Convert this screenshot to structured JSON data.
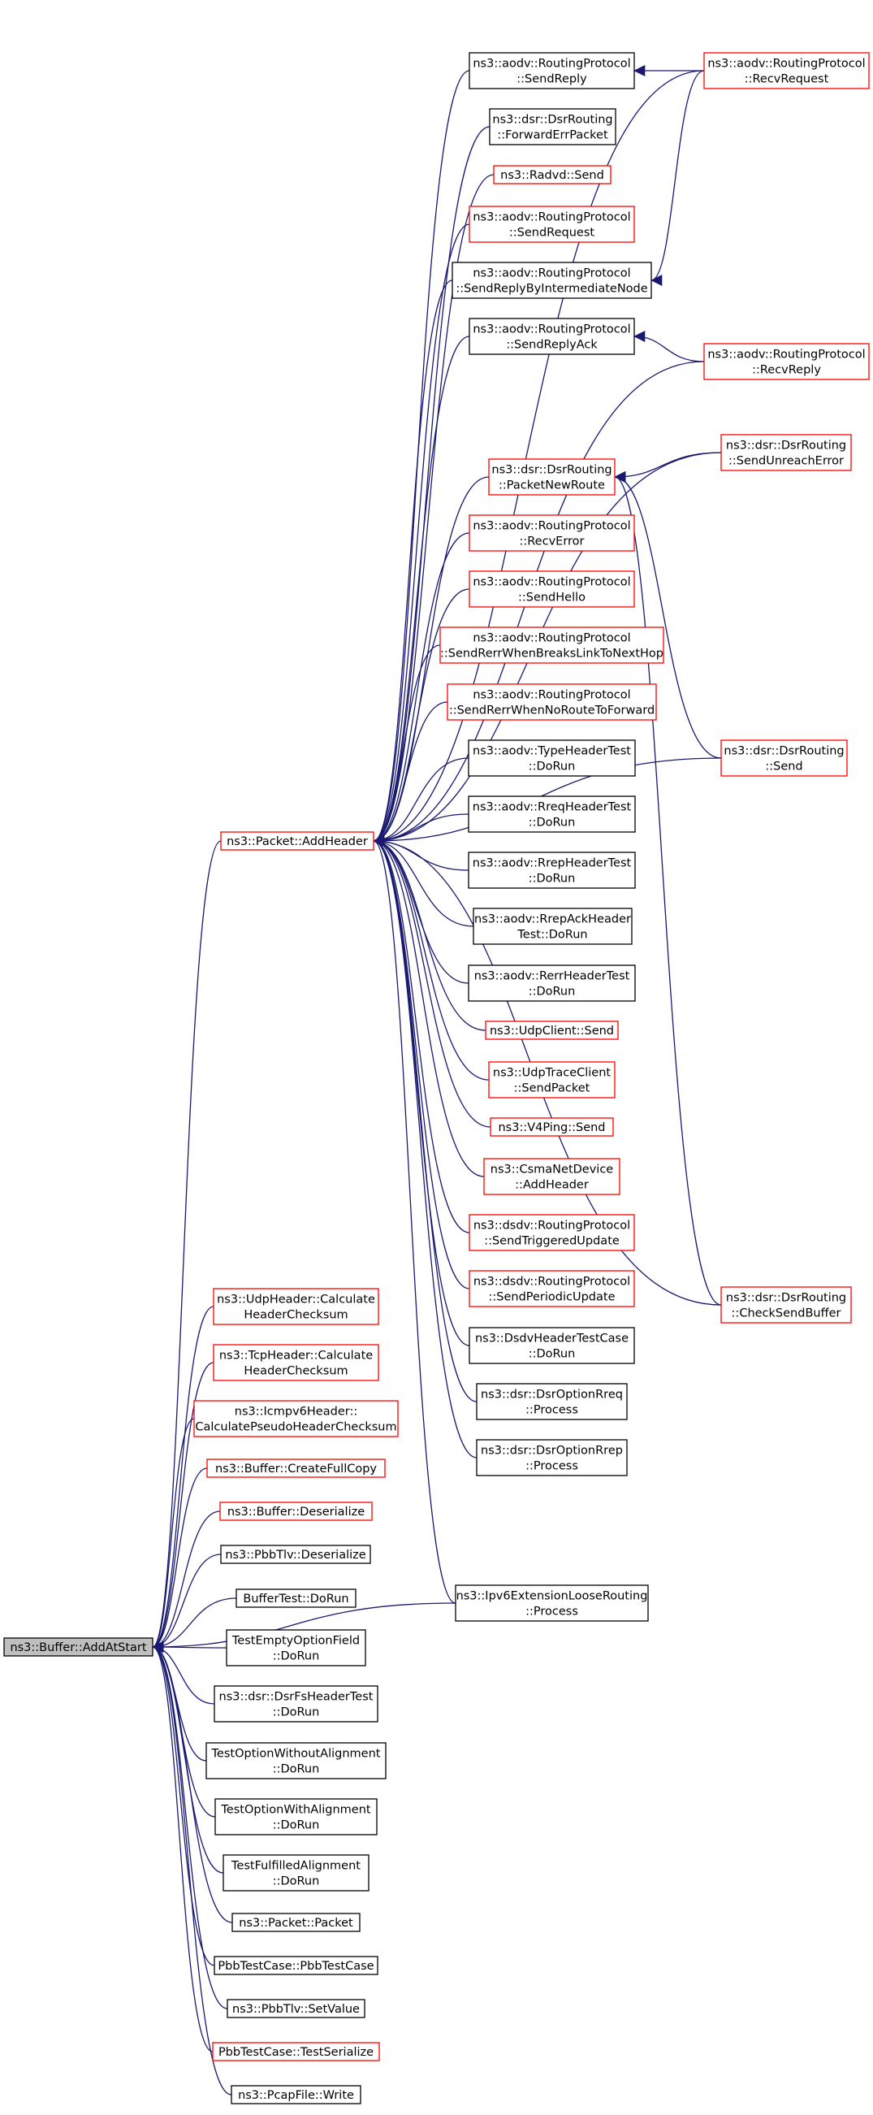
{
  "colors": {
    "edge": "#191970",
    "border_default": "#000000",
    "border_undocumented": "#ff0000",
    "root_fill": "#bfbfbf",
    "node_fill": "#ffffff"
  },
  "nodes": [
    {
      "id": "root",
      "lines": [
        "ns3::Buffer::AddAtStart"
      ],
      "style": "root"
    },
    {
      "id": "addheader",
      "lines": [
        "ns3::Packet::AddHeader"
      ],
      "style": "red"
    },
    {
      "id": "aodv_sendreply",
      "lines": [
        "ns3::aodv::RoutingProtocol",
        "::SendReply"
      ],
      "style": "black"
    },
    {
      "id": "aodv_recvrequest",
      "lines": [
        "ns3::aodv::RoutingProtocol",
        "::RecvRequest"
      ],
      "style": "red"
    },
    {
      "id": "dsr_fwderr",
      "lines": [
        "ns3::dsr::DsrRouting",
        "::ForwardErrPacket"
      ],
      "style": "black"
    },
    {
      "id": "radvd_send",
      "lines": [
        "ns3::Radvd::Send"
      ],
      "style": "red"
    },
    {
      "id": "aodv_sendrequest",
      "lines": [
        "ns3::aodv::RoutingProtocol",
        "::SendRequest"
      ],
      "style": "red"
    },
    {
      "id": "aodv_sendreplyintermediate",
      "lines": [
        "ns3::aodv::RoutingProtocol",
        "::SendReplyByIntermediateNode"
      ],
      "style": "black"
    },
    {
      "id": "aodv_sendreplyack",
      "lines": [
        "ns3::aodv::RoutingProtocol",
        "::SendReplyAck"
      ],
      "style": "black"
    },
    {
      "id": "aodv_recvreply",
      "lines": [
        "ns3::aodv::RoutingProtocol",
        "::RecvReply"
      ],
      "style": "red"
    },
    {
      "id": "dsr_packetnewroute",
      "lines": [
        "ns3::dsr::DsrRouting",
        "::PacketNewRoute"
      ],
      "style": "red"
    },
    {
      "id": "dsr_sendunreacherror",
      "lines": [
        "ns3::dsr::DsrRouting",
        "::SendUnreachError"
      ],
      "style": "red"
    },
    {
      "id": "aodv_recverror",
      "lines": [
        "ns3::aodv::RoutingProtocol",
        "::RecvError"
      ],
      "style": "red"
    },
    {
      "id": "aodv_sendhello",
      "lines": [
        "ns3::aodv::RoutingProtocol",
        "::SendHello"
      ],
      "style": "red"
    },
    {
      "id": "aodv_sendrerrbreaks",
      "lines": [
        "ns3::aodv::RoutingProtocol",
        "::SendRerrWhenBreaksLinkToNextHop"
      ],
      "style": "red"
    },
    {
      "id": "aodv_sendrerrnoroute",
      "lines": [
        "ns3::aodv::RoutingProtocol",
        "::SendRerrWhenNoRouteToForward"
      ],
      "style": "red"
    },
    {
      "id": "aodv_typeheadertest",
      "lines": [
        "ns3::aodv::TypeHeaderTest",
        "::DoRun"
      ],
      "style": "black"
    },
    {
      "id": "dsr_send",
      "lines": [
        "ns3::dsr::DsrRouting",
        "::Send"
      ],
      "style": "red"
    },
    {
      "id": "aodv_rreqheadertest",
      "lines": [
        "ns3::aodv::RreqHeaderTest",
        "::DoRun"
      ],
      "style": "black"
    },
    {
      "id": "aodv_rrepheadertest",
      "lines": [
        "ns3::aodv::RrepHeaderTest",
        "::DoRun"
      ],
      "style": "black"
    },
    {
      "id": "aodv_rrepackheadertest",
      "lines": [
        "ns3::aodv::RrepAckHeader",
        "Test::DoRun"
      ],
      "style": "black"
    },
    {
      "id": "aodv_rerrheadertest",
      "lines": [
        "ns3::aodv::RerrHeaderTest",
        "::DoRun"
      ],
      "style": "black"
    },
    {
      "id": "udpclient_send",
      "lines": [
        "ns3::UdpClient::Send"
      ],
      "style": "red"
    },
    {
      "id": "udptraceclient_sendpacket",
      "lines": [
        "ns3::UdpTraceClient",
        "::SendPacket"
      ],
      "style": "red"
    },
    {
      "id": "v4ping_send",
      "lines": [
        "ns3::V4Ping::Send"
      ],
      "style": "red"
    },
    {
      "id": "csma_addheader",
      "lines": [
        "ns3::CsmaNetDevice",
        "::AddHeader"
      ],
      "style": "red"
    },
    {
      "id": "dsdv_sendtriggered",
      "lines": [
        "ns3::dsdv::RoutingProtocol",
        "::SendTriggeredUpdate"
      ],
      "style": "red"
    },
    {
      "id": "dsdv_sendperiodic",
      "lines": [
        "ns3::dsdv::RoutingProtocol",
        "::SendPeriodicUpdate"
      ],
      "style": "red"
    },
    {
      "id": "dsr_checksendbuffer",
      "lines": [
        "ns3::dsr::DsrRouting",
        "::CheckSendBuffer"
      ],
      "style": "red"
    },
    {
      "id": "dsdv_headertestcase",
      "lines": [
        "ns3::DsdvHeaderTestCase",
        "::DoRun"
      ],
      "style": "black"
    },
    {
      "id": "dsr_optionrreq",
      "lines": [
        "ns3::dsr::DsrOptionRreq",
        "::Process"
      ],
      "style": "black"
    },
    {
      "id": "dsr_optionrrep",
      "lines": [
        "ns3::dsr::DsrOptionRrep",
        "::Process"
      ],
      "style": "black"
    },
    {
      "id": "ipv6_looserouting",
      "lines": [
        "ns3::Ipv6ExtensionLooseRouting",
        "::Process"
      ],
      "style": "black"
    },
    {
      "id": "udpheader_checksum",
      "lines": [
        "ns3::UdpHeader::Calculate",
        "HeaderChecksum"
      ],
      "style": "red"
    },
    {
      "id": "tcpheader_checksum",
      "lines": [
        "ns3::TcpHeader::Calculate",
        "HeaderChecksum"
      ],
      "style": "red"
    },
    {
      "id": "icmpv6_checksum",
      "lines": [
        "ns3::Icmpv6Header::",
        "CalculatePseudoHeaderChecksum"
      ],
      "style": "red"
    },
    {
      "id": "buffer_createfullcopy",
      "lines": [
        "ns3::Buffer::CreateFullCopy"
      ],
      "style": "red"
    },
    {
      "id": "buffer_deserialize",
      "lines": [
        "ns3::Buffer::Deserialize"
      ],
      "style": "red"
    },
    {
      "id": "pbbtlv_deserialize",
      "lines": [
        "ns3::PbbTlv::Deserialize"
      ],
      "style": "black"
    },
    {
      "id": "buffertest_dorun",
      "lines": [
        "BufferTest::DoRun"
      ],
      "style": "black"
    },
    {
      "id": "testemptyoption",
      "lines": [
        "TestEmptyOptionField",
        "::DoRun"
      ],
      "style": "black"
    },
    {
      "id": "dsr_fsheadertest",
      "lines": [
        "ns3::dsr::DsrFsHeaderTest",
        "::DoRun"
      ],
      "style": "black"
    },
    {
      "id": "testoptionwithout",
      "lines": [
        "TestOptionWithoutAlignment",
        "::DoRun"
      ],
      "style": "black"
    },
    {
      "id": "testoptionwith",
      "lines": [
        "TestOptionWithAlignment",
        "::DoRun"
      ],
      "style": "black"
    },
    {
      "id": "testfulfilled",
      "lines": [
        "TestFulfilledAlignment",
        "::DoRun"
      ],
      "style": "black"
    },
    {
      "id": "packet_packet",
      "lines": [
        "ns3::Packet::Packet"
      ],
      "style": "black"
    },
    {
      "id": "pbbtestcase_pbbtestcase",
      "lines": [
        "PbbTestCase::PbbTestCase"
      ],
      "style": "black"
    },
    {
      "id": "pbbtlv_setvalue",
      "lines": [
        "ns3::PbbTlv::SetValue"
      ],
      "style": "black"
    },
    {
      "id": "pbbtestcase_testserialize",
      "lines": [
        "PbbTestCase::TestSerialize"
      ],
      "style": "red"
    },
    {
      "id": "pcapfile_write",
      "lines": [
        "ns3::PcapFile::Write"
      ],
      "style": "black"
    }
  ],
  "edges": [
    [
      "aodv_recvrequest",
      "aodv_sendreply"
    ],
    [
      "aodv_recvrequest",
      "aodv_sendreplyintermediate"
    ],
    [
      "aodv_recvreply",
      "aodv_sendreplyack"
    ],
    [
      "dsr_sendunreacherror",
      "dsr_packetnewroute"
    ],
    [
      "dsr_send",
      "dsr_packetnewroute"
    ],
    [
      "dsr_checksendbuffer",
      "dsr_packetnewroute"
    ],
    [
      "aodv_sendreply",
      "addheader"
    ],
    [
      "dsr_fwderr",
      "addheader"
    ],
    [
      "radvd_send",
      "addheader"
    ],
    [
      "aodv_sendrequest",
      "addheader"
    ],
    [
      "aodv_sendreplyintermediate",
      "addheader"
    ],
    [
      "aodv_sendreplyack",
      "addheader"
    ],
    [
      "dsr_packetnewroute",
      "addheader"
    ],
    [
      "aodv_recverror",
      "addheader"
    ],
    [
      "aodv_sendhello",
      "addheader"
    ],
    [
      "aodv_sendrerrbreaks",
      "addheader"
    ],
    [
      "aodv_sendrerrnoroute",
      "addheader"
    ],
    [
      "aodv_typeheadertest",
      "addheader"
    ],
    [
      "aodv_rreqheadertest",
      "addheader"
    ],
    [
      "aodv_rrepheadertest",
      "addheader"
    ],
    [
      "aodv_rrepackheadertest",
      "addheader"
    ],
    [
      "aodv_rerrheadertest",
      "addheader"
    ],
    [
      "udpclient_send",
      "addheader"
    ],
    [
      "udptraceclient_sendpacket",
      "addheader"
    ],
    [
      "v4ping_send",
      "addheader"
    ],
    [
      "csma_addheader",
      "addheader"
    ],
    [
      "dsdv_sendtriggered",
      "addheader"
    ],
    [
      "dsdv_sendperiodic",
      "addheader"
    ],
    [
      "dsdv_headertestcase",
      "addheader"
    ],
    [
      "dsr_optionrreq",
      "addheader"
    ],
    [
      "dsr_optionrrep",
      "addheader"
    ],
    [
      "ipv6_looserouting",
      "addheader"
    ],
    [
      "aodv_recvrequest",
      "addheader"
    ],
    [
      "aodv_recvreply",
      "addheader"
    ],
    [
      "dsr_sendunreacherror",
      "addheader"
    ],
    [
      "dsr_send",
      "addheader"
    ],
    [
      "dsr_checksendbuffer",
      "addheader"
    ],
    [
      "addheader",
      "root"
    ],
    [
      "ipv6_looserouting",
      "root"
    ],
    [
      "udpheader_checksum",
      "root"
    ],
    [
      "tcpheader_checksum",
      "root"
    ],
    [
      "icmpv6_checksum",
      "root"
    ],
    [
      "buffer_createfullcopy",
      "root"
    ],
    [
      "buffer_deserialize",
      "root"
    ],
    [
      "pbbtlv_deserialize",
      "root"
    ],
    [
      "buffertest_dorun",
      "root"
    ],
    [
      "testemptyoption",
      "root"
    ],
    [
      "dsr_fsheadertest",
      "root"
    ],
    [
      "testoptionwithout",
      "root"
    ],
    [
      "testoptionwith",
      "root"
    ],
    [
      "testfulfilled",
      "root"
    ],
    [
      "packet_packet",
      "root"
    ],
    [
      "pbbtestcase_pbbtestcase",
      "root"
    ],
    [
      "pbbtlv_setvalue",
      "root"
    ],
    [
      "pbbtestcase_testserialize",
      "root"
    ],
    [
      "pcapfile_write",
      "root"
    ]
  ]
}
